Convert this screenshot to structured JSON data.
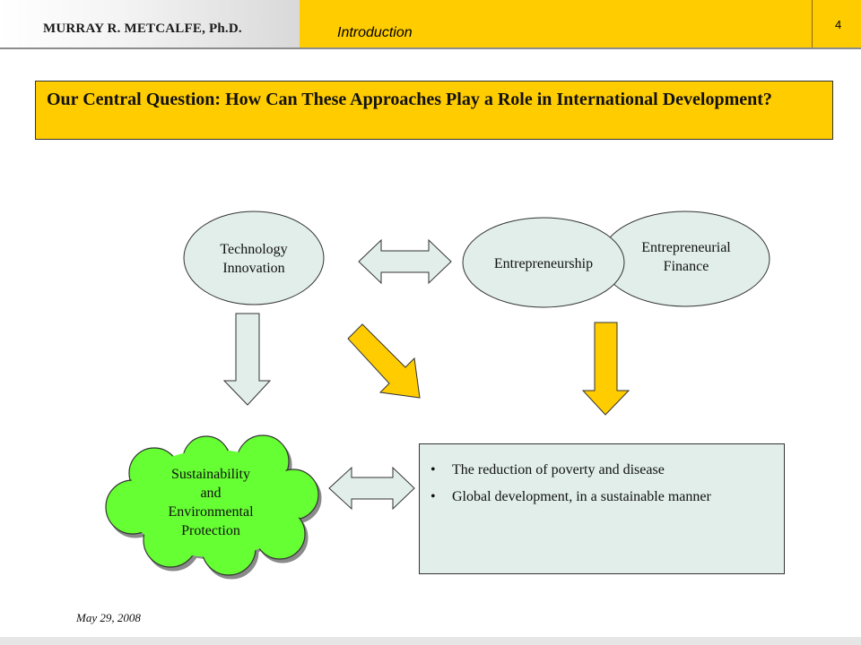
{
  "header": {
    "author": "MURRAY R. METCALFE, Ph.D.",
    "section": "Introduction",
    "page_number": "4"
  },
  "question": "Our Central Question: How Can These Approaches Play a Role in International Development?",
  "nodes": {
    "technology": [
      "Technology",
      "Innovation"
    ],
    "entrepreneurship": "Entrepreneurship",
    "finance": [
      "Entrepreneurial",
      "Finance"
    ],
    "sustainability": [
      "Sustainability",
      "and",
      "Environmental",
      "Protection"
    ]
  },
  "results": {
    "items": [
      "The reduction of poverty and disease",
      "Global development, in a sustainable manner"
    ]
  },
  "footer": {
    "date": "May 29, 2008"
  },
  "colors": {
    "accent_yellow": "#ffcc00",
    "node_fill": "#e1eeea",
    "cloud_fill": "#66ff33"
  }
}
